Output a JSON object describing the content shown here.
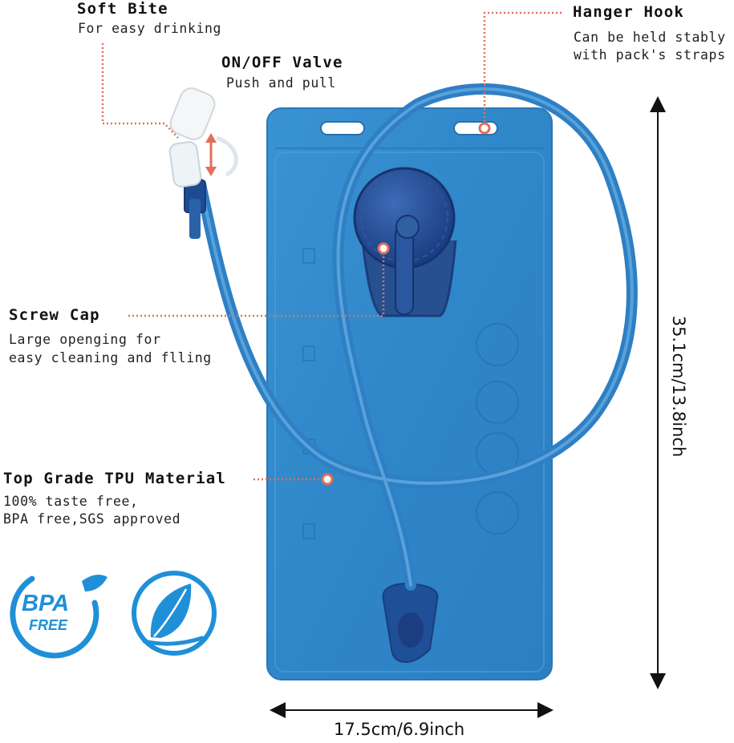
{
  "callouts": {
    "soft_bite": {
      "title": "Soft Bite",
      "desc": "For easy drinking"
    },
    "valve": {
      "title": "ON/OFF Valve",
      "desc": "Push and pull"
    },
    "hanger": {
      "title": "Hanger Hook",
      "desc_line1": "Can be held stably",
      "desc_line2": "with pack's straps"
    },
    "screw_cap": {
      "title": "Screw Cap",
      "desc_line1": "Large openging for",
      "desc_line2": "easy cleaning and flling"
    },
    "material": {
      "title": "Top Grade TPU Material",
      "desc_line1": "100% taste free,",
      "desc_line2": "BPA free,SGS approved"
    }
  },
  "badges": {
    "bpa_line1": "BPA",
    "bpa_line2": "FREE"
  },
  "dimensions": {
    "height": "35.1cm/13.8inch",
    "width": "17.5cm/6.9inch"
  },
  "colors": {
    "bladder": "#2f86c8",
    "tube": "#3c8fd0",
    "cap": "#1d3f86",
    "callout_line": "#e0705a",
    "badge": "#1f90d8"
  }
}
